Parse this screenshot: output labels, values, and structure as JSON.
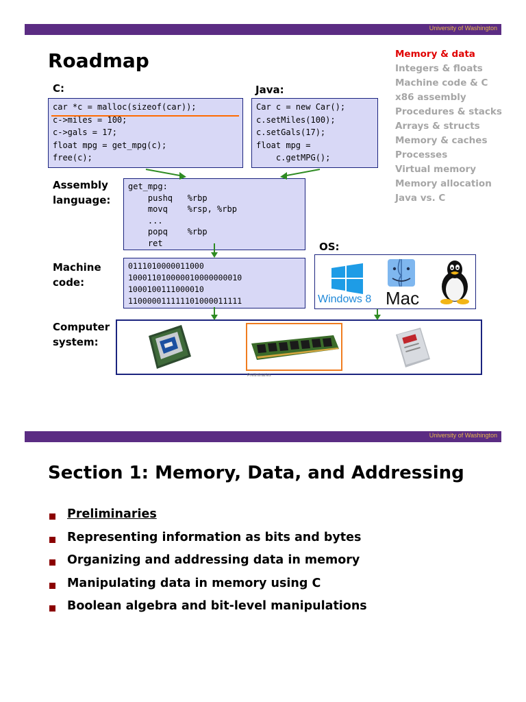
{
  "slide1": {
    "banner": "University of Washington",
    "title": "Roadmap",
    "c_label": "C:",
    "java_label": "Java:",
    "c_code": [
      "car *c = malloc(sizeof(car));",
      "c->miles = 100;",
      "c->gals = 17;",
      "float mpg = get_mpg(c);",
      "free(c);"
    ],
    "java_code": [
      "Car c = new Car();",
      "c.setMiles(100);",
      "c.setGals(17);",
      "float mpg =",
      "    c.getMPG();"
    ],
    "assembly_label": [
      "Assembly",
      "language:"
    ],
    "assembly_code": [
      "get_mpg:",
      "    pushq   %rbp",
      "    movq    %rsp, %rbp",
      "    ...",
      "    popq    %rbp",
      "    ret"
    ],
    "machine_label": [
      "Machine",
      "code:"
    ],
    "machine_code": [
      "0111010000011000",
      "100011010000010000000010",
      "1000100111000010",
      "110000011111101000011111"
    ],
    "os_label": "OS:",
    "os_windows": "Windows 8",
    "os_mac": "Mac",
    "computer_label": [
      "Computer",
      "system:"
    ],
    "footer": "Preliminaries",
    "roadmap_items": [
      "Memory & data",
      "Integers & floats",
      "Machine code & C",
      "x86 assembly",
      "Procedures & stacks",
      "Arrays & structs",
      "Memory & caches",
      "Processes",
      "Virtual memory",
      "Memory allocation",
      "Java vs. C"
    ],
    "colors": {
      "banner": "#5b2c83",
      "banner_text": "#e8b84a",
      "highlight": "#e00000",
      "muted": "#a6a6a6",
      "code_bg": "#d8d8f6",
      "arrow": "#2e8b22",
      "underline": "#ff6a00"
    }
  },
  "slide2": {
    "banner": "University of Washington",
    "title": "Section 1: Memory, Data, and Addressing",
    "bullets": [
      "Preliminaries",
      "Representing information as bits and bytes",
      "Organizing and addressing data in memory",
      "Manipulating data in memory using C",
      "Boolean algebra and bit-level manipulations"
    ]
  }
}
